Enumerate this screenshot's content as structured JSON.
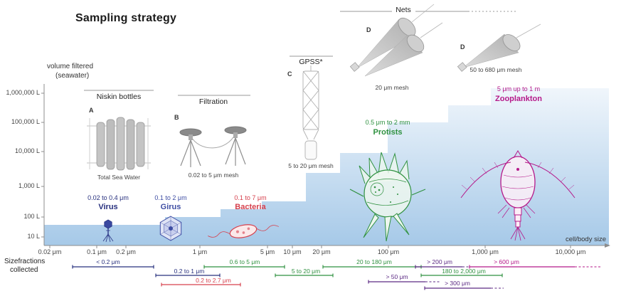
{
  "title": "Sampling strategy",
  "colors": {
    "navy": "#27307E",
    "blue": "#3E4DA3",
    "red": "#D6404D",
    "green": "#2F9140",
    "purple": "#5C2A84",
    "magenta": "#B5198A",
    "axis": "#8C8C8C",
    "staircase_top": "#F2F7FC",
    "staircase_bottom": "#A6C9E8"
  },
  "y_axis": {
    "label_line1": "volume filtered",
    "label_line2": "(seawater)",
    "ticks": [
      "1,000,000 L",
      "100,000 L",
      "10,000 L",
      "1,000 L",
      "100 L",
      "10 L"
    ]
  },
  "x_axis": {
    "label": "cell/body size",
    "ticks": [
      "0.02 μm",
      "0.1 μm",
      "0.2 μm",
      "1 μm",
      "5 μm",
      "10 μm",
      "20 μm",
      "100 μm",
      "1,000 μm",
      "10,000 μm"
    ]
  },
  "equipment": {
    "nets_title": "Nets",
    "niskin": {
      "letter": "A",
      "title": "Niskin bottles",
      "caption": "Total Sea Water"
    },
    "filtration": {
      "letter": "B",
      "title": "Filtration",
      "caption": "0.02 to 5 μm mesh"
    },
    "gpss": {
      "letter": "C",
      "title": "GPSS*",
      "caption": "5 to 20 μm mesh"
    },
    "net_small": {
      "letter": "D",
      "caption": "20 μm mesh"
    },
    "net_large": {
      "letter": "D",
      "caption": "50 to 680 μm mesh"
    }
  },
  "organisms": [
    {
      "name": "Virus",
      "range": "0.02 to 0.4 μm",
      "color": "#27307E"
    },
    {
      "name": "Girus",
      "range": "0.1 to 2 μm",
      "color": "#3E4DA3"
    },
    {
      "name": "Bacteria",
      "range": "0.1 to 7 μm",
      "color": "#D6404D"
    },
    {
      "name": "Protists",
      "range": "0.5 μm to 2 mm",
      "color": "#2F9140"
    },
    {
      "name": "Zooplankton",
      "range": "5 μm up to 1 m",
      "color": "#B5198A"
    }
  ],
  "size_fractions": {
    "heading_line1": "Sizefractions",
    "heading_line2": "collected",
    "items": [
      {
        "label": "< 0.2 μm",
        "color": "#27307E"
      },
      {
        "label": "0.2 to 1 μm",
        "color": "#27307E"
      },
      {
        "label": "0.2 to 2.7 μm",
        "color": "#D6404D"
      },
      {
        "label": "0.6 to 5 μm",
        "color": "#2F9140"
      },
      {
        "label": "5 to 20 μm",
        "color": "#2F9140"
      },
      {
        "label": "20 to 180 μm",
        "color": "#2F9140"
      },
      {
        "label": "> 50 μm",
        "color": "#5C2A84"
      },
      {
        "label": "> 200 μm",
        "color": "#5C2A84"
      },
      {
        "label": "180 to 2,000 μm",
        "color": "#2F9140"
      },
      {
        "label": "> 300 μm",
        "color": "#5C2A84"
      },
      {
        "label": "> 600 μm",
        "color": "#B5198A"
      }
    ]
  }
}
